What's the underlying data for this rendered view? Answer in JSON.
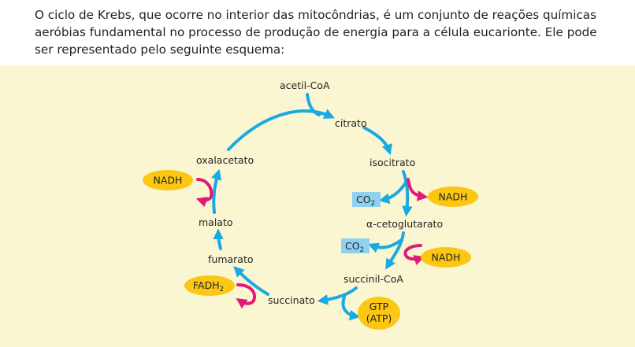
{
  "intro": {
    "line1": "O ciclo de Krebs, que ocorre no interior das mitocôndrias, é um conjunto de reações químicas",
    "line2": "aeróbias fundamental no processo de produção de energia para a célula eucarionte. Ele pode",
    "line3": "ser representado pelo seguinte esquema:"
  },
  "diagram": {
    "compounds": {
      "acetil_coa": "acetil-CoA",
      "citrato": "citrato",
      "isocitrato": "isocitrato",
      "alfa_cetoglutarato": "α-cetoglutarato",
      "succinil_coa": "succinil-CoA",
      "succinato": "succinato",
      "fumarato": "fumarato",
      "malato": "malato",
      "oxalacetato": "oxalacetato"
    },
    "products": {
      "nadh_1": "NADH",
      "nadh_2": "NADH",
      "nadh_3": "NADH",
      "co2_1_base": "CO",
      "co2_1_sub": "2",
      "co2_2_base": "CO",
      "co2_2_sub": "2",
      "fadh2_base": "FADH",
      "fadh2_sub": "2",
      "gtp_line1": "GTP",
      "gtp_line2": "(ATP)"
    },
    "colors": {
      "cycle_arrow": "#1ba9e1",
      "side_arrow": "#e2197b",
      "cofactor_fill": "#fbc712",
      "co2_fill": "#8ed2f0",
      "panel": "#fbf6d2",
      "text": "#231f20"
    }
  }
}
